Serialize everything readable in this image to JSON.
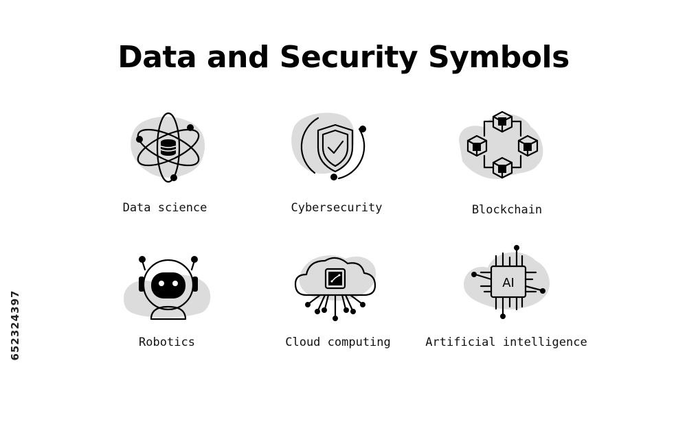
{
  "title": "Data and Security Symbols",
  "stock_id": "652324397",
  "items": [
    {
      "label": "Data science",
      "icon": "atom-database-icon"
    },
    {
      "label": "Cybersecurity",
      "icon": "shield-check-icon"
    },
    {
      "label": "Blockchain",
      "icon": "blockchain-cubes-icon"
    },
    {
      "label": "Robotics",
      "icon": "robot-head-icon"
    },
    {
      "label": "Cloud computing",
      "icon": "cloud-chip-icon"
    },
    {
      "label": "Artificial intelligence",
      "icon": "ai-chip-icon"
    }
  ]
}
